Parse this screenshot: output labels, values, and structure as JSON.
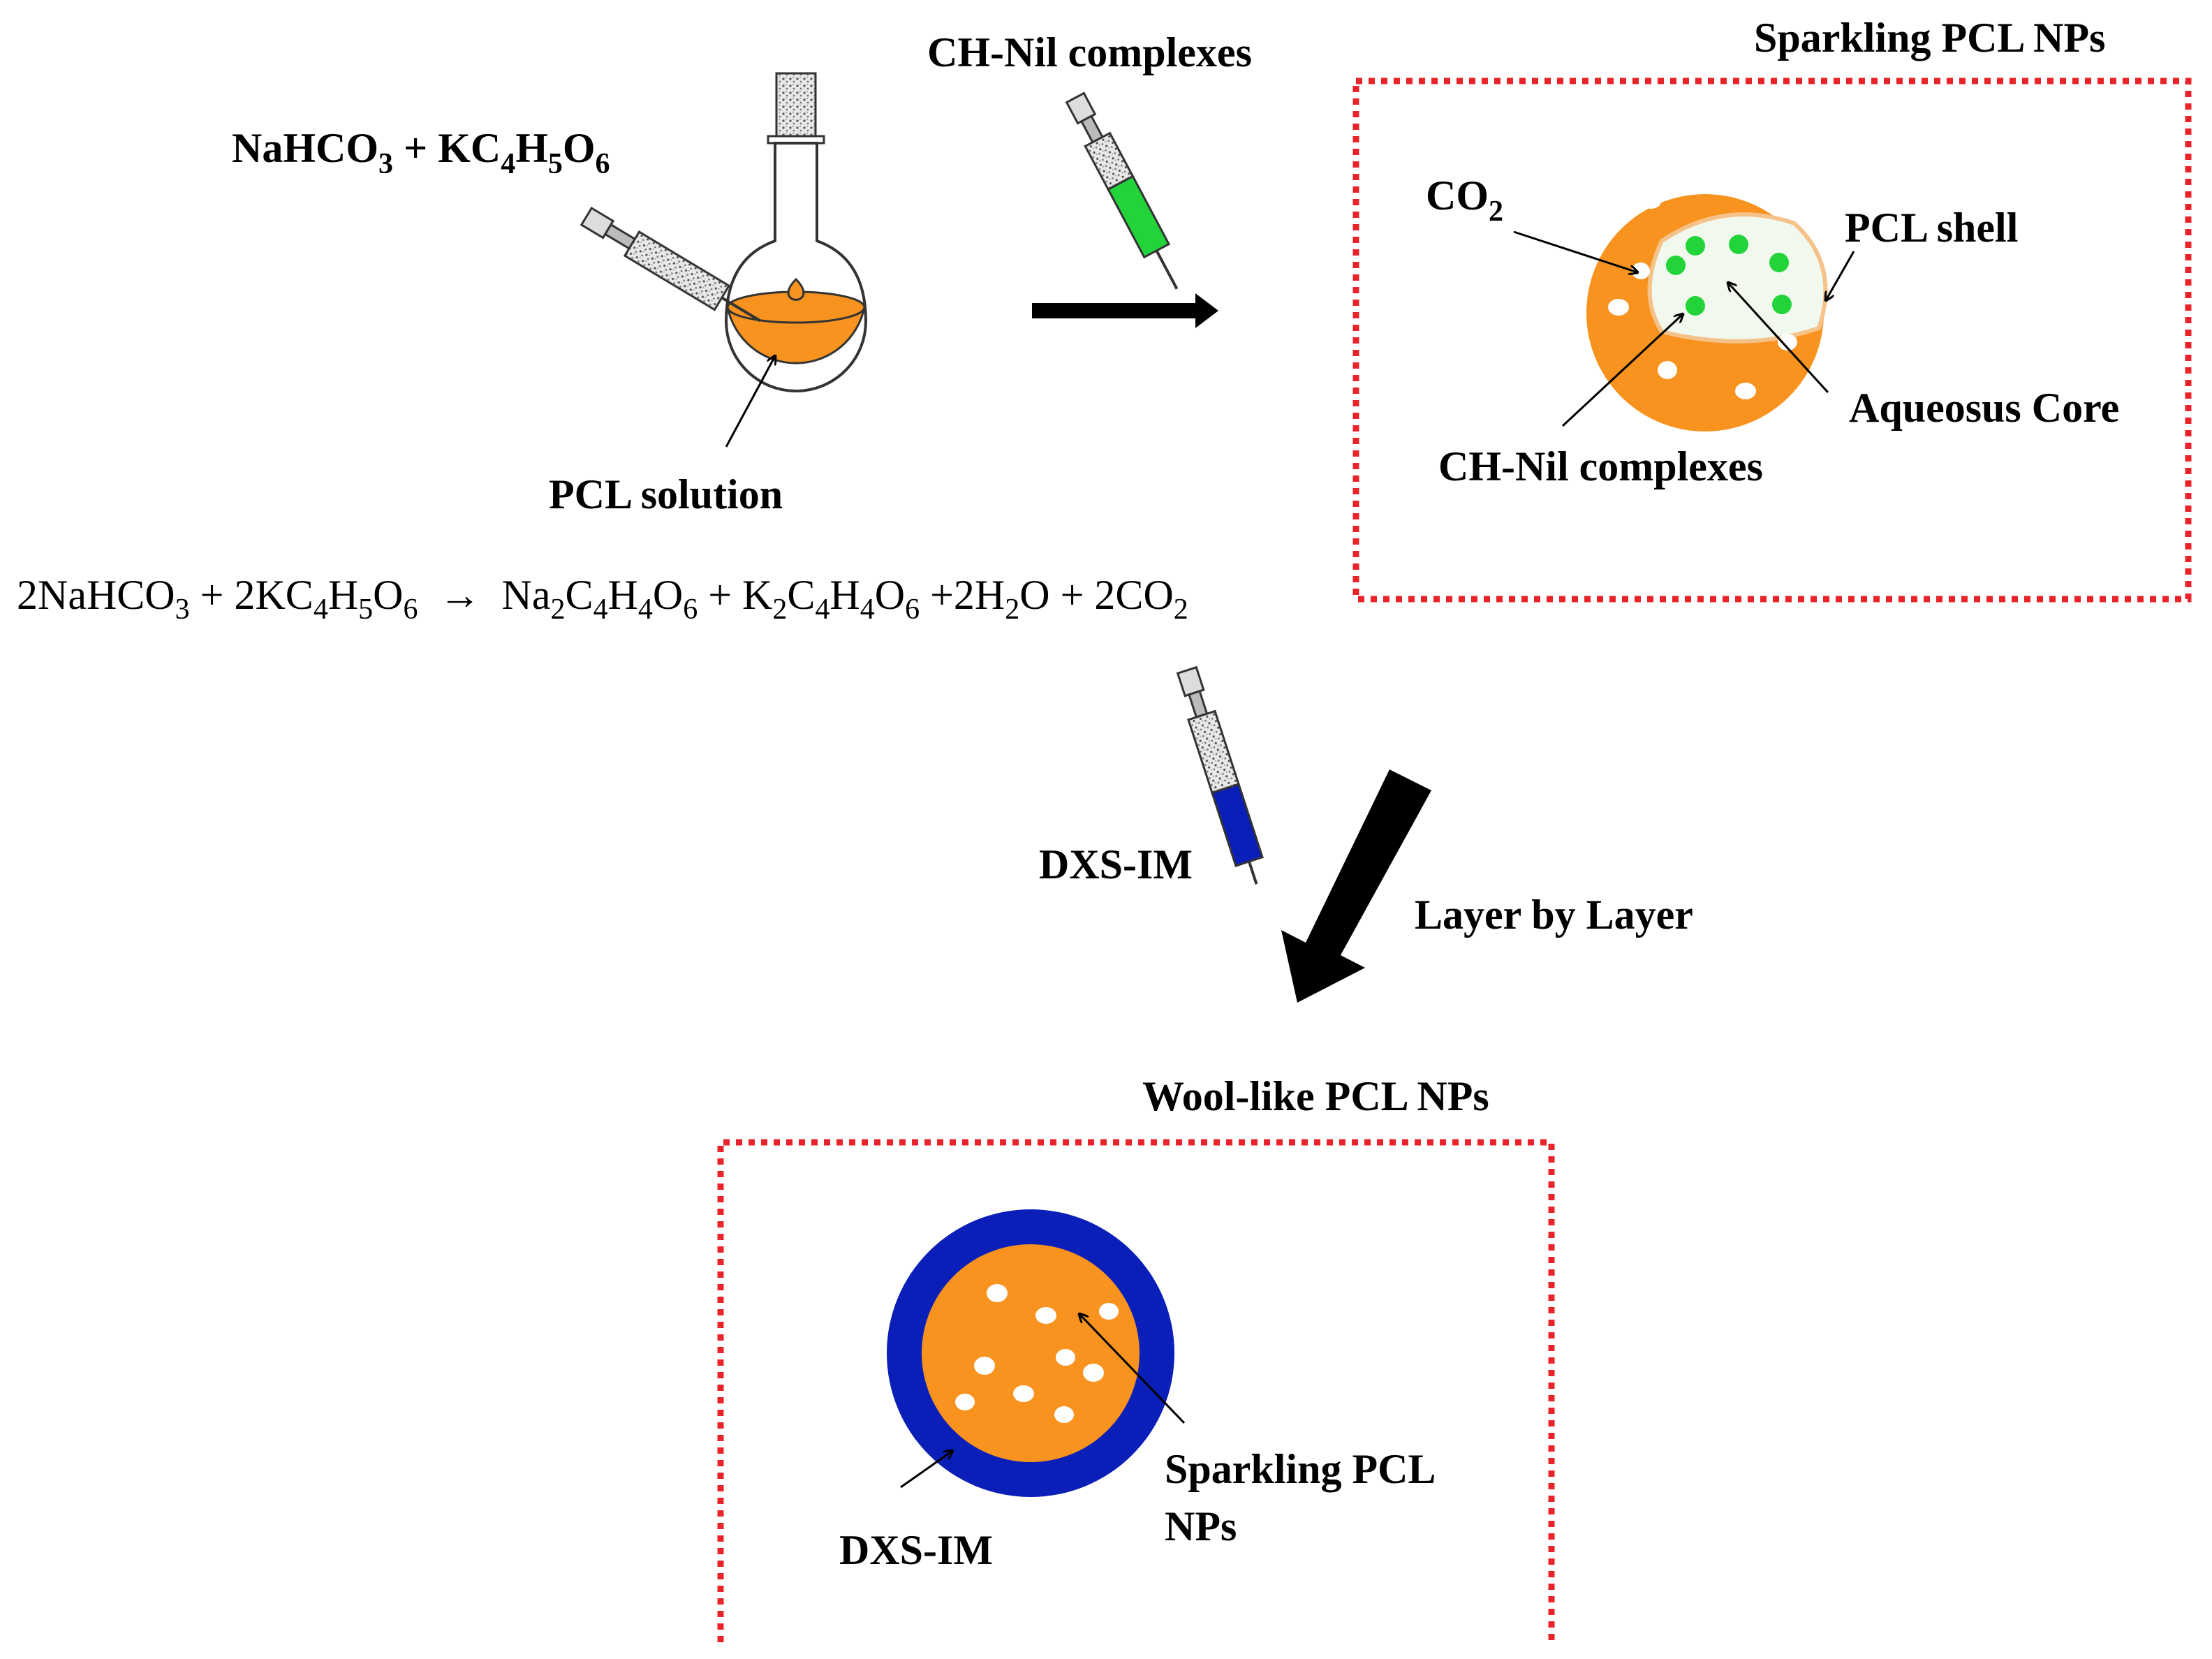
{
  "reagents": {
    "naHCO3_label": "NaHCO",
    "naHCO3_sub": "3",
    "plus": " + KC",
    "kc_sub1": "4",
    "h": "H",
    "h_sub": "5",
    "o": "O",
    "o_sub": "6"
  },
  "pcl_solution_label": "PCL solution",
  "ch_nil_top_label": "CH-Nil complexes",
  "sparkling_box": {
    "title": "Sparkling PCL NPs",
    "co2": "CO",
    "co2_sub": "2",
    "pcl_shell": "PCL shell",
    "aqueous_core": "Aqueosus Core",
    "ch_nil": "CH-Nil complexes"
  },
  "equation": {
    "t1": "2NaHCO",
    "s1": "3",
    "t2": " + 2KC",
    "s2": "4",
    "t3": "H",
    "s3": "5",
    "t4": "O",
    "s4": "6",
    "arrow": "→",
    "t5": "Na",
    "s5": "2",
    "t6": "C",
    "s6": "4",
    "t7": "H",
    "s7": "4",
    "t8": "O",
    "s8": "6",
    "t9": " + K",
    "s9": "2",
    "t10": "C",
    "s10": "4",
    "t11": "H",
    "s11": "4",
    "t12": "O",
    "s12": "6",
    "t13": " +2H",
    "s13": "2",
    "t14": "O + 2CO",
    "s14": "2"
  },
  "dxs_im_label": "DXS-IM",
  "layer_by_layer": "Layer by Layer",
  "wool_box": {
    "title": "Wool-like PCL NPs",
    "sparkling_line1": "Sparkling PCL",
    "sparkling_line2": "NPs",
    "dxs_im": "DXS-IM"
  },
  "colors": {
    "orange": "#F7931E",
    "blue": "#0A1FB8",
    "green": "#22D33A",
    "dotted_red": "#E8232A"
  }
}
